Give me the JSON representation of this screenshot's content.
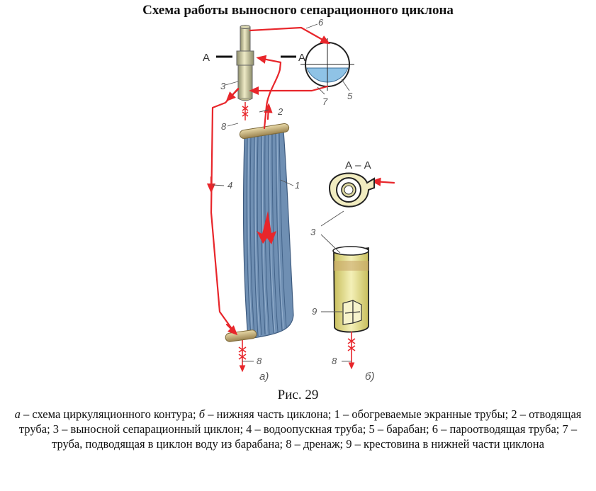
{
  "title": "Схема работы выносного сепарационного циклона",
  "figure": {
    "labels": {
      "n1": "1",
      "n2": "2",
      "n3": "3",
      "n3b": "3",
      "n4": "4",
      "n5": "5",
      "n6": "6",
      "n7": "7",
      "n8": "8",
      "n8b": "8",
      "n9": "9",
      "a_left": "А",
      "a_right": "А",
      "section": "А – А",
      "sub_a": "а)",
      "sub_b": "б)"
    }
  },
  "caption": {
    "fig_number": "Рис. 29",
    "a_letter": "а",
    "a_text": " – схема циркуляционного контура; ",
    "b_letter": "б",
    "b_text": " – нижняя часть циклона; 1 – обогреваемые экранные трубы; 2 – отводящая труба; 3 – выносной сепарационный циклон; 4 – водоопускная труба; 5 – барабан; 6 – пароотводящая труба; 7 – труба, подводящая в циклон воду из барабана; 8 – дренаж; 9 – крестовина в нижней части циклона"
  },
  "colors": {
    "pipe_red": "#e8262b",
    "tube_blue": "#5b7fa6",
    "water_blue": "#8fc3e6",
    "cyclone_yellow": "#eae394",
    "header_tan": "#c9b27a"
  }
}
